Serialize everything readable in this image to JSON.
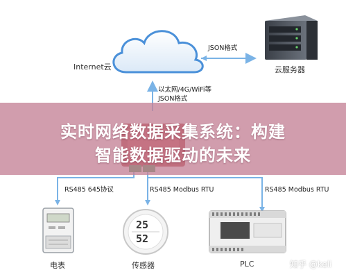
{
  "labels": {
    "internet_cloud": "Internet云",
    "json_format_top": "JSON格式",
    "cloud_server": "云服务器",
    "uplink_line1": "以太网/4G/WiFi等",
    "uplink_line2": "JSON格式",
    "rs485_left": "RS485 645协议",
    "rs485_mid": "RS485 Modbus RTU",
    "rs485_right": "RS485 Modbus RTU",
    "meter": "电表",
    "sensor": "传感器",
    "plc": "PLC"
  },
  "banner": {
    "line1": "实时网络数据采集系统：构建",
    "line2": "智能数据驱动的未来"
  },
  "sensor_display": {
    "top": "25",
    "bottom": "52"
  },
  "watermark": "知乎 @keli",
  "colors": {
    "cloud_blue": "#4a90d9",
    "arrow_blue": "#7ab3e6",
    "banner": "#c48296",
    "gateway_red": "#b02a2a",
    "terminal_green": "#3c9a52"
  }
}
